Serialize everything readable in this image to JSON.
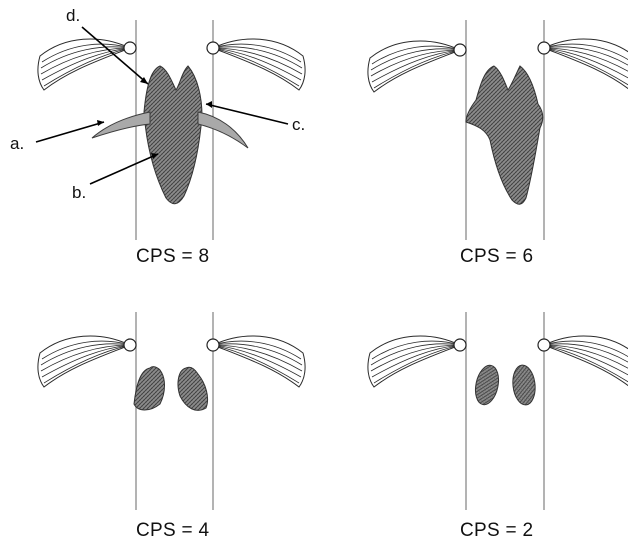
{
  "labels": {
    "a": "a.",
    "b": "b.",
    "c": "c.",
    "d": "d."
  },
  "panels": [
    {
      "caption": "CPS = 8"
    },
    {
      "caption": "CPS = 6"
    },
    {
      "caption": "CPS = 4"
    },
    {
      "caption": "CPS = 2"
    }
  ]
}
